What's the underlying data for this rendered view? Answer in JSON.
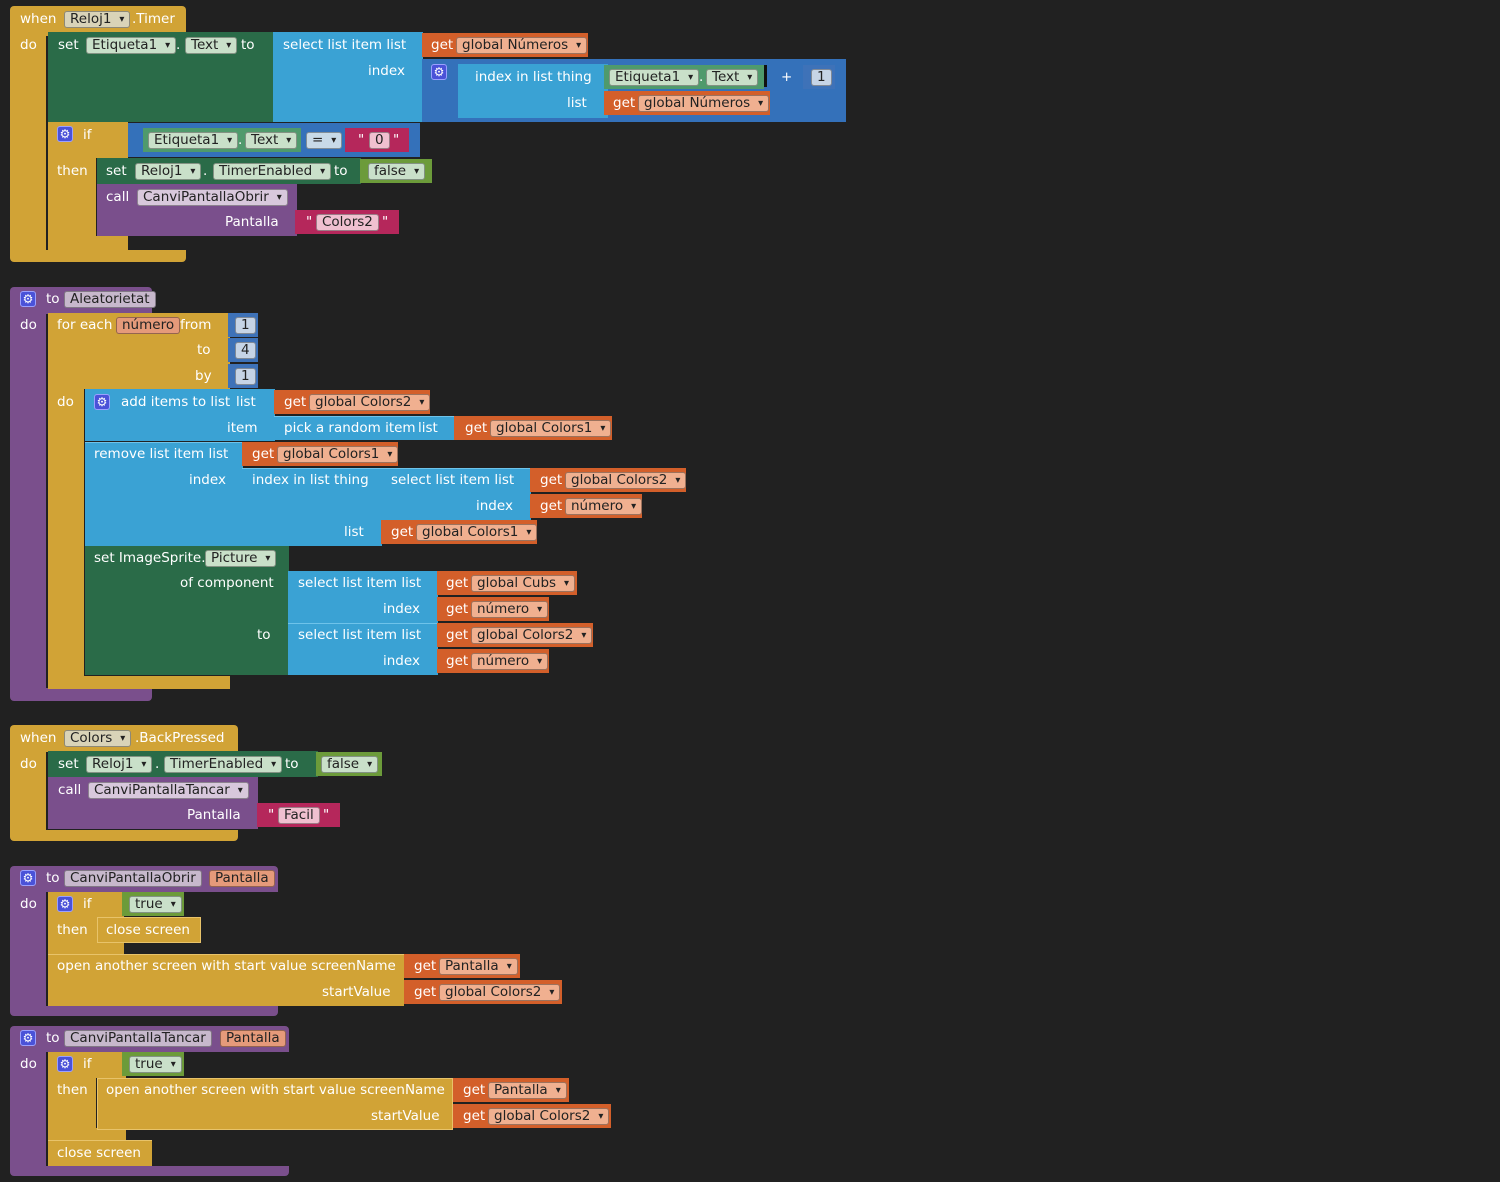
{
  "ev1": {
    "when": "when",
    "comp": "Reloj1",
    "evt": ".Timer",
    "do": "do",
    "set": "set",
    "label": "Etiqueta1",
    "dot": ".",
    "prop": "Text",
    "to": "to",
    "select": "select list item  list",
    "get": "get",
    "globalNumeros": "global Números",
    "index": "index",
    "indexIn": "index in list  thing",
    "plus": "+",
    "one": "1",
    "list": "list",
    "if": "if",
    "eq": "=",
    "zero": "0",
    "then": "then",
    "timerEnabled": "TimerEnabled",
    "false": "false",
    "call": "call",
    "obrir": "CanviPantallaObrir",
    "pantalla": "Pantalla",
    "colors2": "Colors2"
  },
  "proc1": {
    "to": "to",
    "name": "Aleatorietat",
    "do": "do",
    "forEach": "for each",
    "var": "número",
    "from": "from",
    "n1": "1",
    "toLbl": "to",
    "n4": "4",
    "by": "by",
    "nby": "1",
    "addItems": "add items to list",
    "list": "list",
    "get": "get",
    "globalColors2": "global Colors2",
    "item": "item",
    "pickRandom": "pick a random item",
    "globalColors1": "global Colors1",
    "removeItem": "remove list item  list",
    "index": "index",
    "indexIn": "index in list  thing",
    "select": "select list item  list",
    "numero": "número",
    "setSprite": "set ImageSprite.",
    "picture": "Picture",
    "ofComponent": "of component",
    "globalCubs": "global Cubs",
    "toLbl2": "to"
  },
  "ev2": {
    "when": "when",
    "comp": "Colors",
    "evt": ".BackPressed",
    "do": "do",
    "set": "set",
    "reloj": "Reloj1",
    "dot": ".",
    "timerEnabled": "TimerEnabled",
    "to": "to",
    "false": "false",
    "call": "call",
    "tancar": "CanviPantallaTancar",
    "pantalla": "Pantalla",
    "facil": "Facil"
  },
  "proc2": {
    "to": "to",
    "name": "CanviPantallaObrir",
    "param": "Pantalla",
    "do": "do",
    "if": "if",
    "true": "true",
    "then": "then",
    "close": "close screen",
    "open": "open another screen with start value  screenName",
    "get": "get",
    "pantalla": "Pantalla",
    "startValue": "startValue",
    "globalColors2": "global Colors2"
  },
  "proc3": {
    "to": "to",
    "name": "CanviPantallaTancar",
    "param": "Pantalla",
    "do": "do",
    "if": "if",
    "true": "true",
    "then": "then",
    "open": "open another screen with start value  screenName",
    "get": "get",
    "pantalla": "Pantalla",
    "startValue": "startValue",
    "globalColors2": "global Colors2",
    "close": "close screen"
  },
  "colors": {
    "control": "#d1a336",
    "procedure": "#7a4f8c",
    "componentSet": "#2a6b48",
    "list": "#3aa2d4",
    "variable": "#d35f2a",
    "math": "#3e72b8",
    "text": "#b5275b",
    "logic": "#6c9b3a",
    "background": "#212121"
  }
}
